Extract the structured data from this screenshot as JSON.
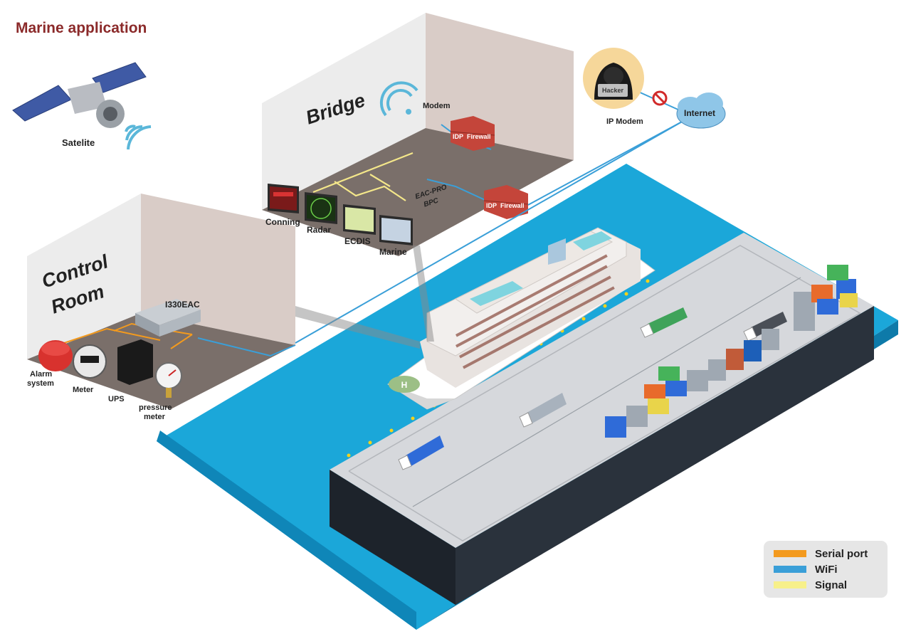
{
  "title": "Marine application",
  "labels": {
    "satellite": "Satelite",
    "bridge": "Bridge",
    "control_room_line1": "Control",
    "control_room_line2": "Room",
    "modem": "Modem",
    "idp": "IDP",
    "firewall": "Firewall",
    "eac_pro": "EAC-PRO",
    "bpc": "BPC",
    "conning": "Conning",
    "radar": "Radar",
    "ecdis": "ECDIS",
    "marine": "Marine",
    "device": "I330EAC",
    "alarm_line1": "Alarm",
    "alarm_line2": "system",
    "meter": "Meter",
    "ups": "UPS",
    "pressure_line1": "pressure",
    "pressure_line2": "meter",
    "hacker": "Hacker",
    "ip_modem": "IP Modem",
    "internet": "Internet",
    "helipad": "H"
  },
  "legend": [
    {
      "label": "Serial port",
      "color": "#f39a1e"
    },
    {
      "label": "WiFi",
      "color": "#3a9fd8"
    },
    {
      "label": "Signal",
      "color": "#f7f08a"
    }
  ],
  "colors": {
    "water": "#1ba7d9",
    "dock_top": "#d6d8dc",
    "dock_side": "#2a323c",
    "room_floor": "#7a6f6a",
    "firewall": "#c4453a",
    "title": "#8b2a2a"
  }
}
